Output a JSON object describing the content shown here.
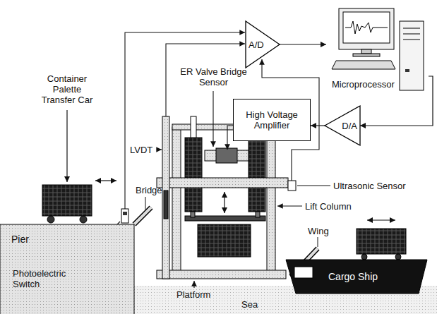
{
  "diagram": {
    "nodes": [
      {
        "text": [
          "A/D"
        ]
      },
      {
        "text": [
          "D/A"
        ]
      },
      {
        "text": [
          "High Voltage Amplifier"
        ]
      },
      {
        "text": [
          "Pier"
        ]
      },
      {
        "text": [
          "Cargo Ship"
        ]
      },
      {
        "text": [
          "Microprocessor"
        ]
      }
    ],
    "edges": [
      {
        "from": 0,
        "to": 5,
        "arrow": "to"
      },
      {
        "from": 5,
        "to": 1,
        "arrow": "to"
      },
      {
        "from": 1,
        "to": 2,
        "arrow": "to"
      }
    ],
    "labels": [
      "Container Palette Transfer Car",
      "Bridge",
      "Photoelectric Switch",
      "LVDT",
      "ER Valve Bridge Sensor",
      "Ultrasonic Sensor",
      "Lift Column",
      "Wing",
      "Platform",
      "Sea"
    ]
  }
}
